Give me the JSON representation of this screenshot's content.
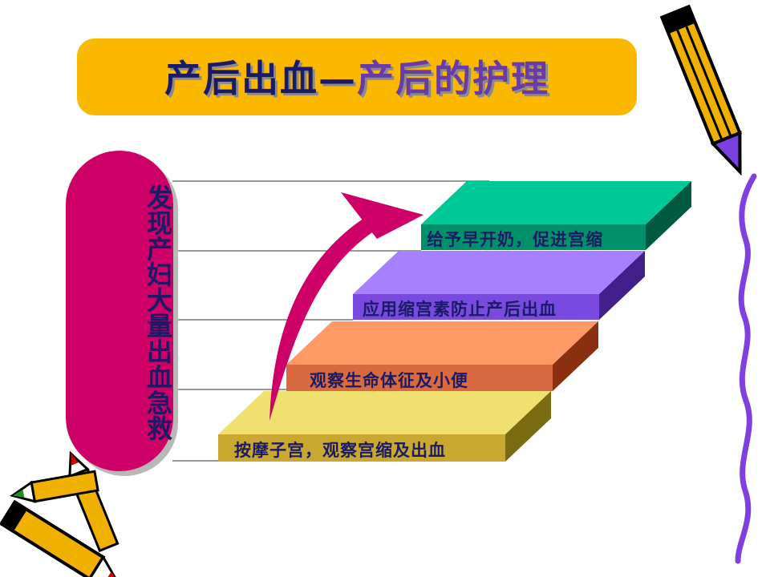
{
  "title": {
    "main": "产后出血",
    "dash": "—",
    "sub": "产后的护理"
  },
  "side_label": "发现产妇大量出血急救",
  "steps": [
    {
      "label": "按摩子宫，观察宫缩及出血",
      "color": "#f0e070"
    },
    {
      "label": "观察生命体征及小便",
      "color": "#ff9966"
    },
    {
      "label": "应用缩宫素防止产后出血",
      "color": "#9966ff"
    },
    {
      "label": "给予早开奶，促进宫缩",
      "color": "#00c896"
    }
  ],
  "colors": {
    "banner": "#fbb800",
    "pill": "#cc0066",
    "arrow": "#cc0066",
    "text": "#1a1a66"
  },
  "icons": [
    "pencil-icon",
    "crayon-icon",
    "squiggle-line"
  ]
}
